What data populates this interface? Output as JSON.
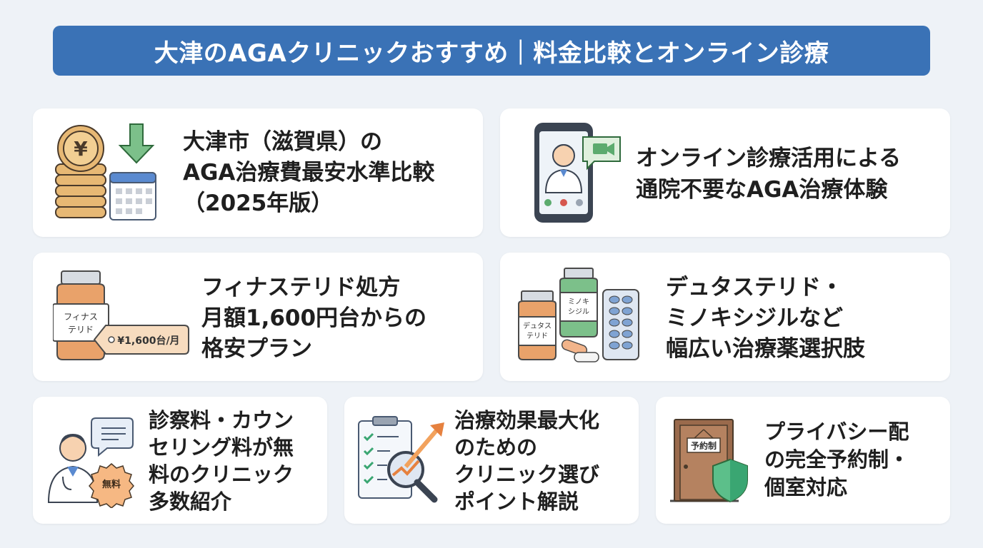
{
  "title": "大津のAGAクリニックおすすめ｜料金比較とオンライン診療",
  "cards": [
    {
      "lines": [
        "大津市（滋賀県）の",
        "AGA治療費最安水準比較",
        "（2025年版）"
      ],
      "icon": "coins-calendar-icon"
    },
    {
      "lines": [
        "オンライン診療活用による",
        "通院不要なAGA治療体験"
      ],
      "icon": "phone-doctor-video-icon"
    },
    {
      "lines": [
        "フィナステリド処方",
        "月額1,600円台からの",
        "格安プラン"
      ],
      "icon": "medicine-bottle-price-tag-icon",
      "bottle_label": [
        "フィナス",
        "テリド"
      ],
      "price_tag": "¥1,600台/月"
    },
    {
      "lines": [
        "デュタステリド・",
        "ミノキシジルなど",
        "幅広い治療薬選択肢"
      ],
      "icon": "medicine-bottles-pills-icon",
      "bottle_a": [
        "デュタス",
        "テリド"
      ],
      "bottle_b": [
        "ミノキ",
        "シジル"
      ]
    },
    {
      "lines": [
        "診察料・カウン",
        "セリング料が無",
        "料のクリニック",
        "多数紹介"
      ],
      "icon": "doctor-free-badge-icon",
      "badge": "無料"
    },
    {
      "lines": [
        "治療効果最大化",
        "のための",
        "クリニック選び",
        "ポイント解説"
      ],
      "icon": "checklist-magnifier-icon"
    },
    {
      "lines": [
        "プライバシー配",
        "の完全予約制・",
        "個室対応"
      ],
      "icon": "door-shield-icon",
      "door_sign": "予約制"
    }
  ],
  "colors": {
    "banner": "#3a72b6",
    "background": "#eef2f7",
    "card": "#ffffff",
    "coin": "#e7b874",
    "arrow_green": "#5cab6e",
    "shield": "#3aa672",
    "door": "#9a6a4c"
  }
}
